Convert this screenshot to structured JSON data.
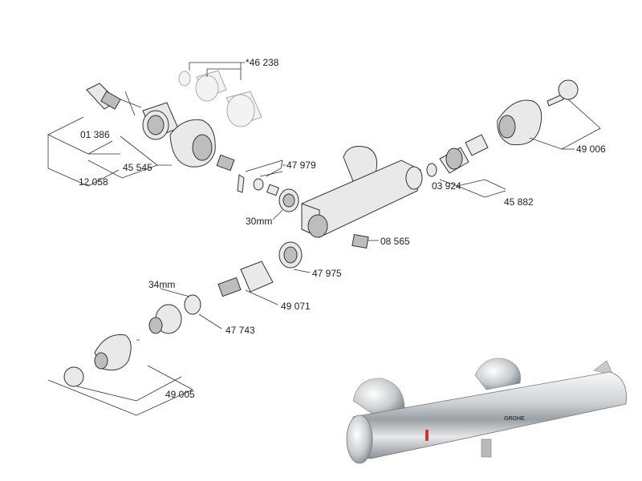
{
  "diagram": {
    "labels": {
      "p46238": "*46 238",
      "p01386": "01 386",
      "p45545": "45 545",
      "p12058": "12 058",
      "p47979": "47 979",
      "p30mm": "30mm",
      "p03924": "03 924",
      "p45882": "45 882",
      "p49006": "49 006",
      "p08565": "08 565",
      "p47975": "47 975",
      "p49071": "49 071",
      "p34mm": "34mm",
      "p47743": "47 743",
      "p49005": "49 005"
    },
    "product_photo": {
      "brand": "GROHE"
    }
  }
}
